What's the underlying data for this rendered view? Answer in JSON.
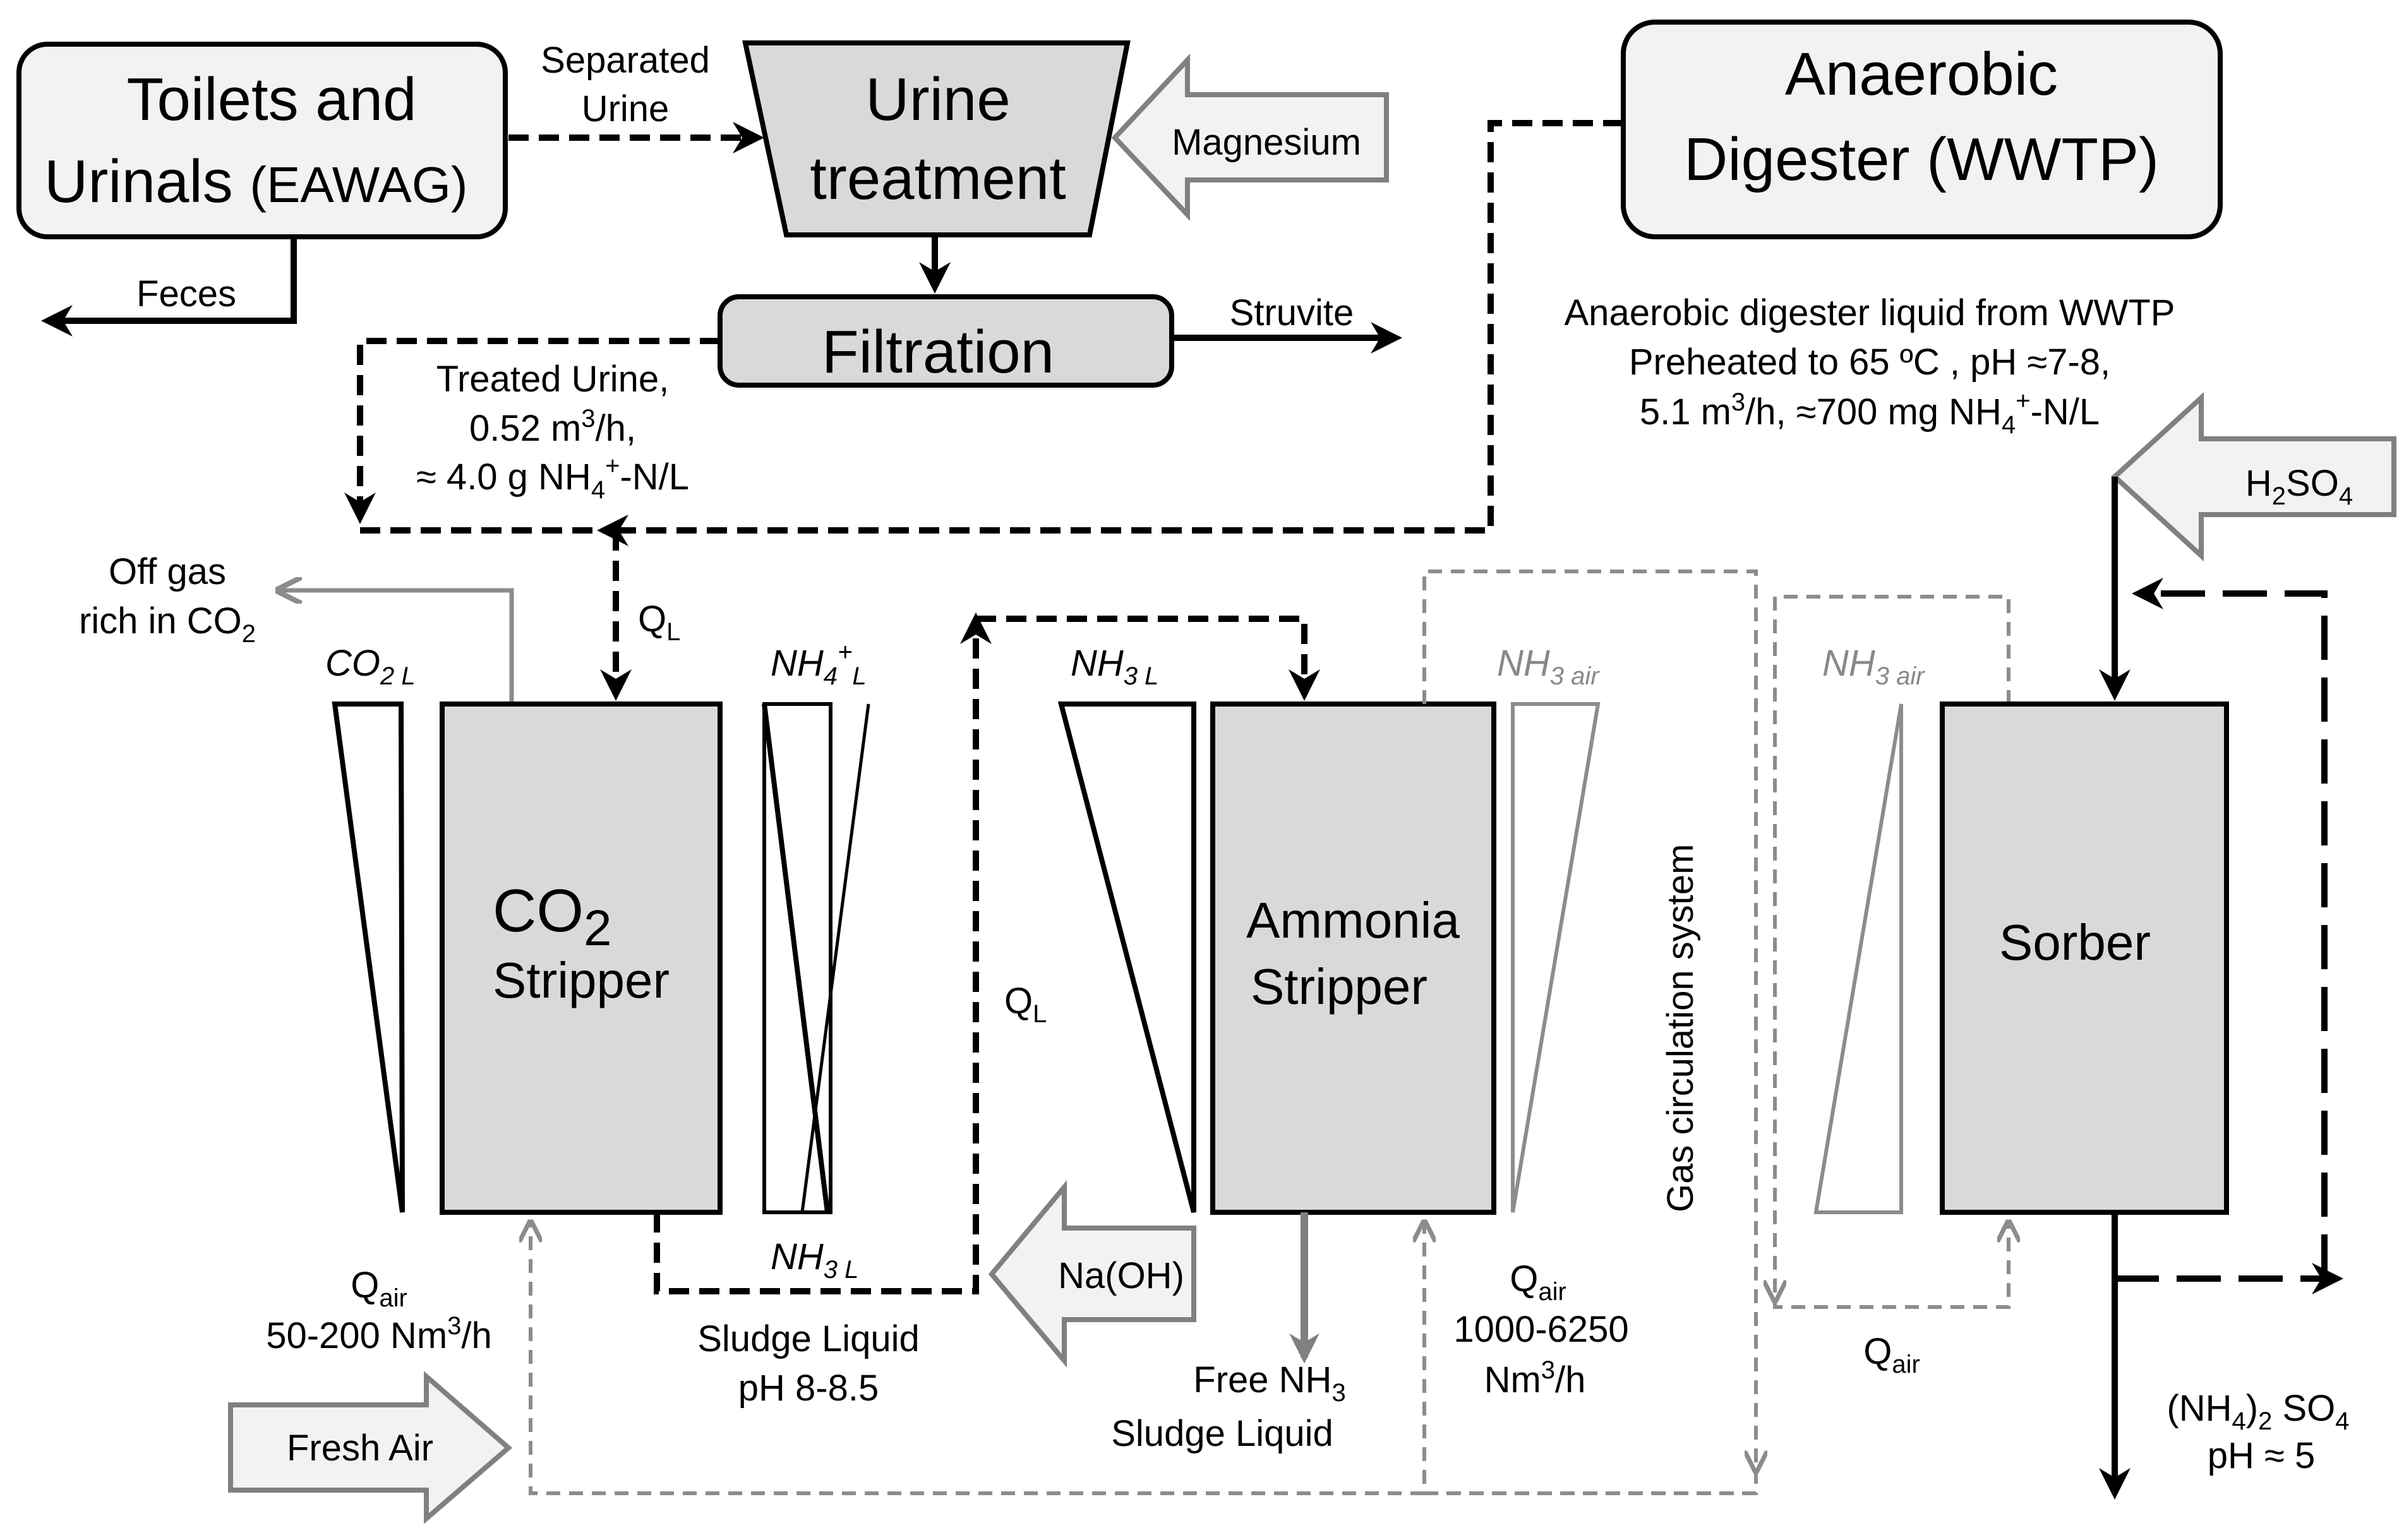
{
  "colors": {
    "box_fill_light": "#f2f2f2",
    "box_fill_grey": "#d9d9d9",
    "line_black": "#000000",
    "line_grey": "#8c8c8c"
  },
  "boxes": {
    "toilets_line1": "Toilets and",
    "toilets_line2a": "Urinals ",
    "toilets_line2b": "(EAWAG)",
    "urine_line1": "Urine",
    "urine_line2": "treatment",
    "filtration": "Filtration",
    "digester_line1": "Anaerobic",
    "digester_line2": "Digester (WWTP)",
    "co2_stripper_line1": "CO",
    "co2_stripper_sub": "2",
    "co2_stripper_line2": "Stripper",
    "ammonia_line1": "Ammonia",
    "ammonia_line2": "Stripper",
    "sorber": "Sorber"
  },
  "inputs": {
    "magnesium": "Magnesium",
    "h2so4_main": "H",
    "h2so4_sub": "2",
    "h2so4_rest": "SO",
    "h2so4_sub2": "4",
    "naoh": "Na(OH)",
    "fresh_air": "Fresh Air"
  },
  "labels": {
    "separated_urine_1": "Separated",
    "separated_urine_2": "Urine",
    "feces": "Feces",
    "struvite": "Struvite",
    "treated_urine_1": "Treated Urine,",
    "treated_urine_2a": "0.52 m",
    "treated_urine_2sup": "3",
    "treated_urine_2b": "/h,",
    "treated_urine_3a": "≈ 4.0 g NH",
    "treated_urine_3sub": "4",
    "treated_urine_3sup": "+",
    "treated_urine_3b": "-N/L",
    "ad_liquid_1": "Anaerobic digester liquid  from WWTP",
    "ad_liquid_2": "Preheated to 65 ºC , pH ≈7-8,",
    "ad_liquid_3a": "5.1 m",
    "ad_liquid_3sup": "3",
    "ad_liquid_3b": "/h, ≈700  mg NH",
    "ad_liquid_3sub": "4",
    "ad_liquid_3sup2": "+",
    "ad_liquid_3c": "-N/L",
    "offgas_1": "Off gas",
    "offgas_2a": "rich in CO",
    "offgas_2sub": "2",
    "ql_1": "Q",
    "ql_1sub": "L",
    "ql_2": "Q",
    "ql_2sub": "L",
    "co2l": "CO",
    "co2l_sub": "2 L",
    "nh4l": "NH",
    "nh4l_sub": "4",
    "nh4l_sup": "+",
    "nh4l_sub2": "L",
    "nh3l_1": "NH",
    "nh3l_1sub": "3 L",
    "nh3l_2": "NH",
    "nh3l_2sub": "3 L",
    "nh3air_1": "NH",
    "nh3air_1sub": "3 air",
    "nh3air_2": "NH",
    "nh3air_2sub": "3 air",
    "qair_1": "Q",
    "qair_1sub": "air",
    "qair_1val_a": "50-200 Nm",
    "qair_1val_sup": "3",
    "qair_1val_b": "/h",
    "qair_2": "Q",
    "qair_2sub": "air",
    "qair_2val_1": "1000-6250",
    "qair_2val_2a": "Nm",
    "qair_2val_2sup": "3",
    "qair_2val_2b": "/h",
    "qair_3": "Q",
    "qair_3sub": "air",
    "sludge_1": "Sludge Liquid",
    "sludge_2": "pH 8-8.5",
    "free_nh3_1a": "Free NH",
    "free_nh3_1sub": "3",
    "free_nh3_2": "Sludge Liquid",
    "gas_circ": "Gas circulation system",
    "product_1a": "(NH",
    "product_1sub": "4",
    "product_1b": ")",
    "product_1sub2": "2",
    "product_1c": " SO",
    "product_1sub3": "4",
    "product_2": "pH ≈ 5"
  }
}
